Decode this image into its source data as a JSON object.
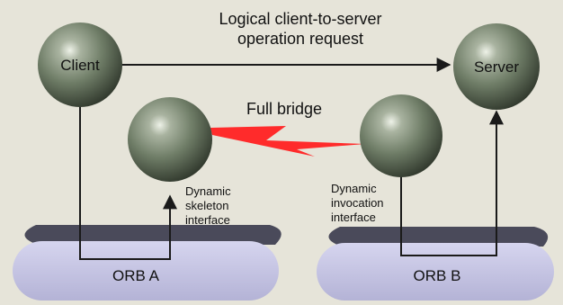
{
  "diagram": {
    "title_line1": "Logical client-to-server",
    "title_line2": "operation request",
    "client_label": "Client",
    "server_label": "Server",
    "bridge_label": "Full bridge",
    "dsi_line1": "Dynamic",
    "dsi_line2": "skeleton",
    "dsi_line3": "interface",
    "dii_line1": "Dynamic",
    "dii_line2": "invocation",
    "dii_line3": "interface",
    "orb_a_label": "ORB A",
    "orb_b_label": "ORB B"
  },
  "colors": {
    "background": "#e6e4d9",
    "sphere": "#6f7d67",
    "orb_top": "#4a4a5a",
    "orb_face": "#c4c3e2",
    "bridge": "#ff2b2b",
    "arrow": "#1a1a1a"
  }
}
